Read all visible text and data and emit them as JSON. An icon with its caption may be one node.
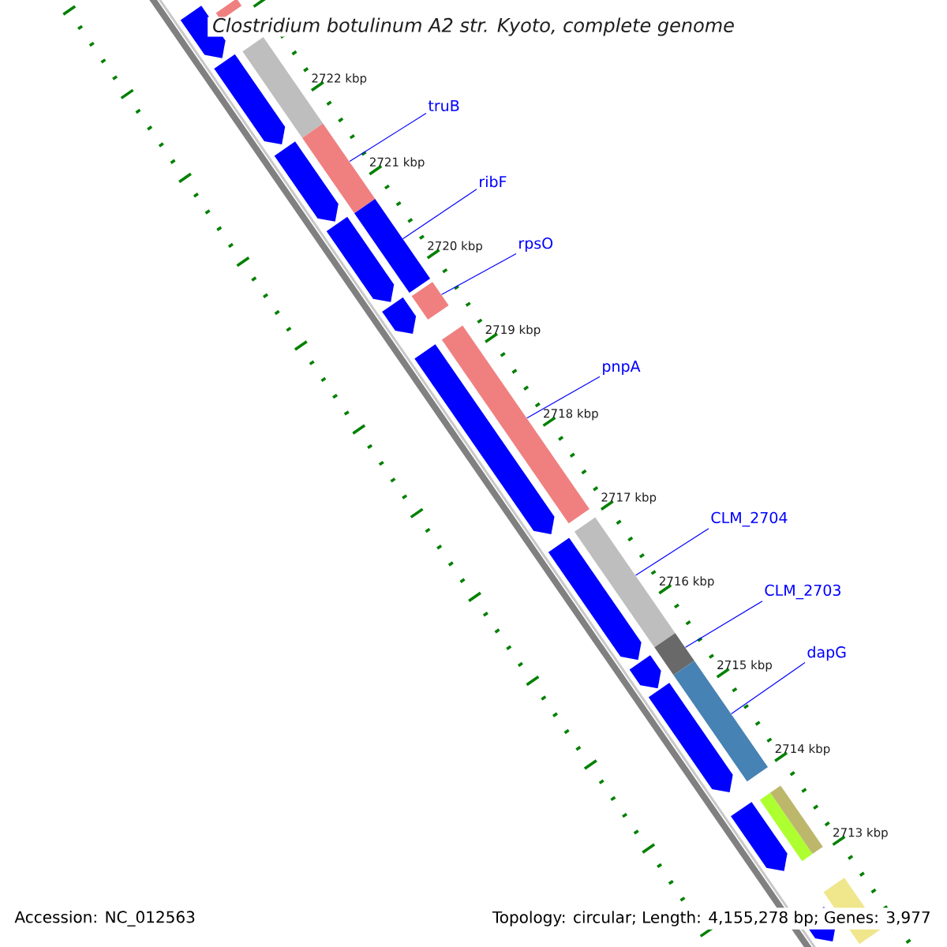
{
  "diagram": {
    "title": "Clostridium botulinum A2 str. Kyoto, complete genome",
    "nodes": [
      {
        "text": [
          "truB"
        ]
      },
      {
        "text": [
          "ribF"
        ]
      },
      {
        "text": [
          "rpsO"
        ]
      },
      {
        "text": [
          "pnpA"
        ]
      },
      {
        "text": [
          "CLM_2704"
        ]
      },
      {
        "text": [
          "CLM_2703"
        ]
      },
      {
        "text": [
          "dapG"
        ]
      },
      {
        "text": [],
        "shape": "bar"
      },
      {
        "text": [],
        "shape": "pentagon"
      },
      {
        "text": [],
        "shape": "bar"
      },
      {
        "text": [],
        "shape": "pentagon"
      },
      {
        "text": [],
        "shape": "bar"
      },
      {
        "text": [],
        "shape": "pentagon"
      },
      {
        "text": [],
        "shape": "bar"
      },
      {
        "text": [],
        "shape": "pentagon"
      },
      {
        "text": [],
        "shape": "bar"
      },
      {
        "text": [],
        "shape": "pentagon"
      },
      {
        "text": [],
        "shape": "bar"
      },
      {
        "text": [],
        "shape": "pentagon"
      },
      {
        "text": [],
        "shape": "bar"
      },
      {
        "text": [],
        "shape": "pentagon"
      },
      {
        "text": [],
        "shape": "bar"
      },
      {
        "text": [],
        "shape": "pentagon"
      },
      {
        "text": [],
        "shape": "bar"
      },
      {
        "text": [],
        "shape": "pentagon"
      },
      {
        "text": [],
        "shape": "bar"
      },
      {
        "text": [],
        "shape": "bar"
      },
      {
        "text": [],
        "shape": "pentagon"
      },
      {
        "text": [],
        "shape": "bar"
      },
      {
        "text": [],
        "shape": "pentagon"
      }
    ],
    "edges": [
      {
        "from": 0,
        "to": 11,
        "arrow": "none"
      },
      {
        "from": 1,
        "to": 13,
        "arrow": "none"
      },
      {
        "from": 2,
        "to": 15,
        "arrow": "none"
      },
      {
        "from": 3,
        "to": 17,
        "arrow": "none"
      },
      {
        "from": 4,
        "to": 19,
        "arrow": "none"
      },
      {
        "from": 5,
        "to": 21,
        "arrow": "none"
      },
      {
        "from": 6,
        "to": 23,
        "arrow": "none"
      }
    ],
    "labels": [
      "2722 kbp",
      "2721 kbp",
      "2720 kbp",
      "2719 kbp",
      "2718 kbp",
      "2717 kbp",
      "2716 kbp",
      "2715 kbp",
      "2714 kbp",
      "2713 kbp",
      "Accession: NC_012563",
      "Topology: circular; Length: 4,155,278 bp; Genes: 3,977"
    ]
  }
}
